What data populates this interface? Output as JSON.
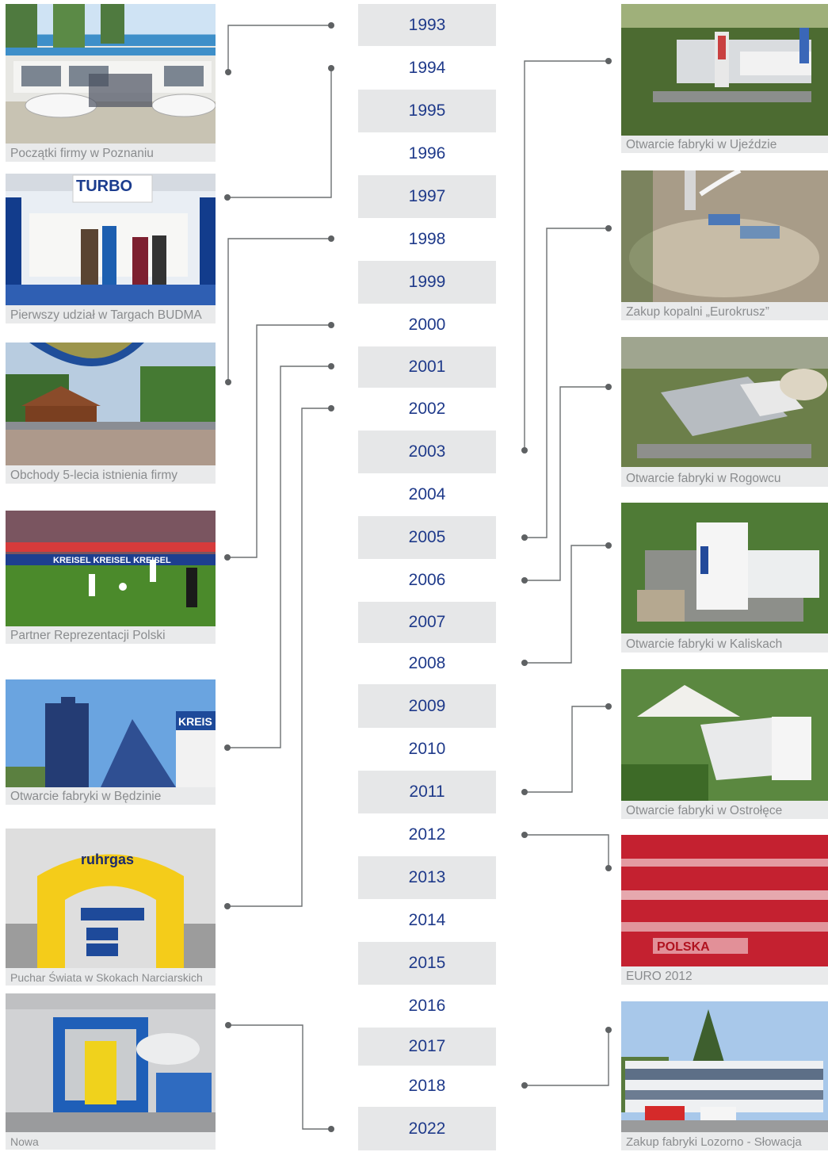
{
  "years": [
    "1993",
    "1994",
    "1995",
    "1996",
    "1997",
    "1998",
    "1999",
    "2000",
    "2001",
    "2002",
    "2003",
    "2004",
    "2005",
    "2006",
    "2007",
    "2008",
    "2009",
    "2010",
    "2011",
    "2012",
    "2013",
    "2014",
    "2015",
    "2016",
    "2017",
    "2018",
    "2022"
  ],
  "left_events": [
    {
      "caption": "Początki firmy w Poznaniu",
      "icon": "company-cars-photo"
    },
    {
      "caption": "Pierwszy udział w Targach BUDMA",
      "icon": "fair-stand-photo"
    },
    {
      "caption": "Obchody 5-lecia istnienia firmy",
      "icon": "anniversary-crowd-photo"
    },
    {
      "caption": "Partner Reprezentacji Polski",
      "icon": "football-stadium-photo"
    },
    {
      "caption": "Otwarcie fabryki w Będzinie",
      "icon": "factory-bedzin-photo"
    },
    {
      "caption": "Puchar Świata w Skokach Narciarskich",
      "icon": "ski-jumping-photo"
    },
    {
      "caption": "Nowa",
      "icon": "production-line-photo"
    }
  ],
  "right_events": [
    {
      "caption": "Otwarcie fabryki w Ujeździe",
      "icon": "factory-aerial-photo"
    },
    {
      "caption": "Zakup kopalni „Eurokrusz”",
      "icon": "quarry-photo"
    },
    {
      "caption": "Otwarcie fabryki w Rogowcu",
      "icon": "factory-rogowiec-photo"
    },
    {
      "caption": "Otwarcie fabryki w Kaliskach",
      "icon": "factory-kaliska-photo"
    },
    {
      "caption": "Otwarcie fabryki w Ostrołęce",
      "icon": "factory-ostroleka-photo"
    },
    {
      "caption": "EURO 2012",
      "icon": "fans-crowd-photo"
    },
    {
      "caption": "Zakup fabryki Lozorno - Słowacja",
      "icon": "office-building-photo"
    }
  ],
  "colors": {
    "year_text": "#1f3a8a",
    "shade": "#e6e7e8",
    "connector": "#6d7072",
    "caption": "#8a8c8e"
  }
}
